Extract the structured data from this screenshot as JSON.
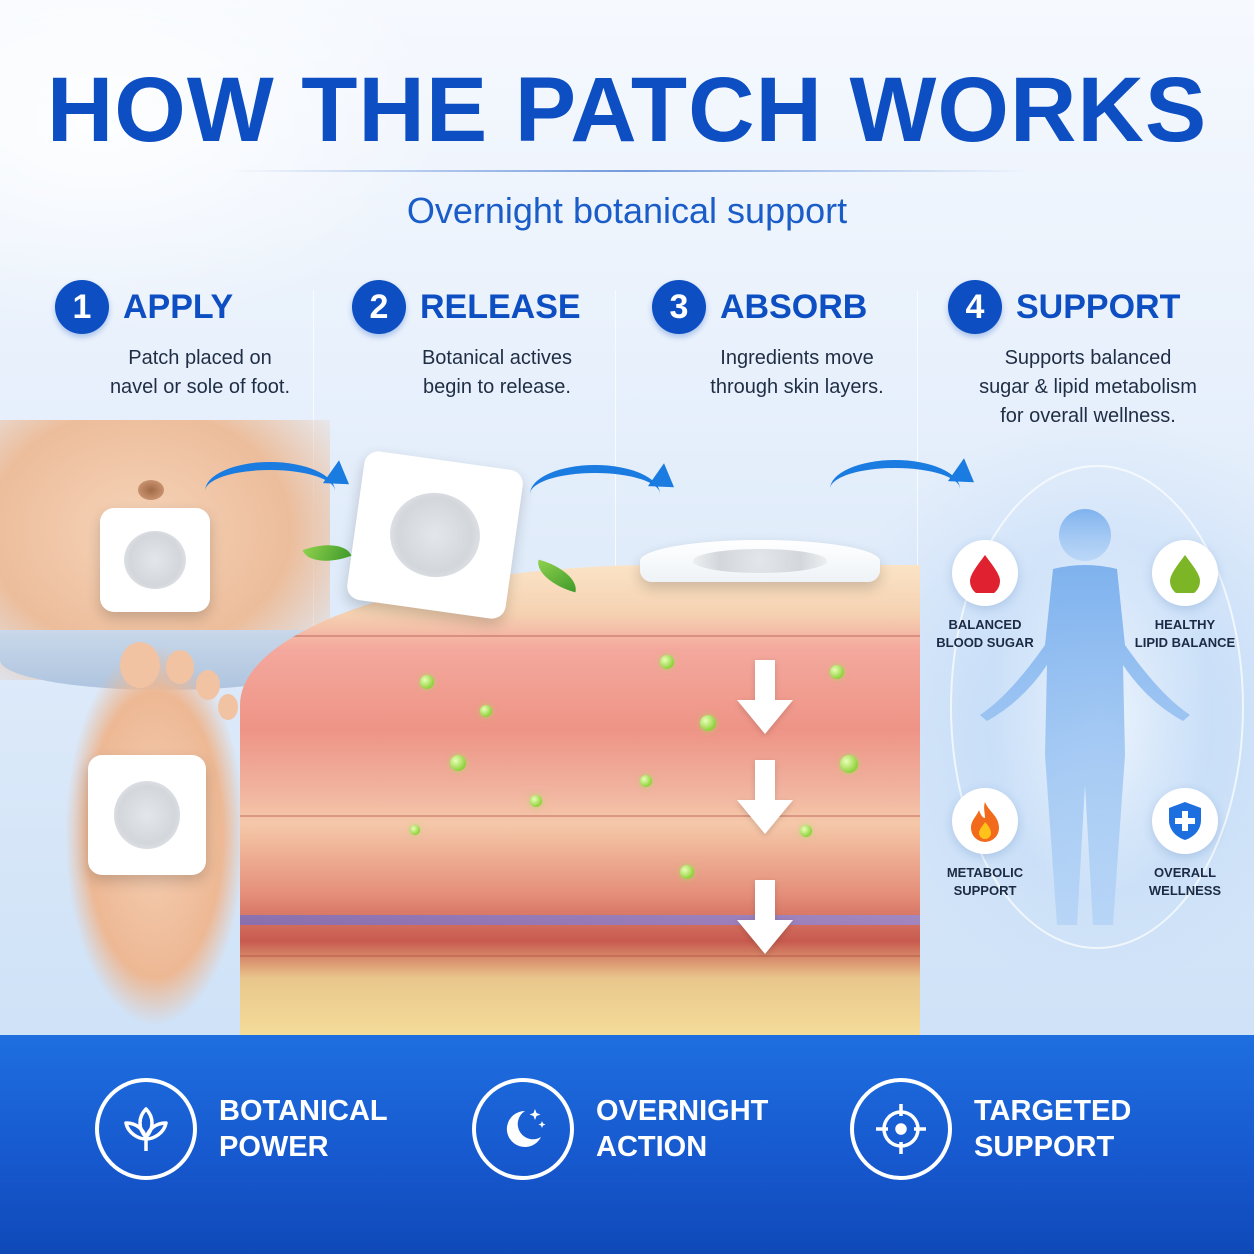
{
  "header": {
    "title": "HOW THE PATCH WORKS",
    "subtitle": "Overnight botanical support"
  },
  "steps": [
    {
      "number": "1",
      "title": "APPLY",
      "description": "Patch placed on\nnavel or sole of foot."
    },
    {
      "number": "2",
      "title": "RELEASE",
      "description": "Botanical actives\nbegin to release."
    },
    {
      "number": "3",
      "title": "ABSORB",
      "description": "Ingredients move\nthrough skin layers."
    },
    {
      "number": "4",
      "title": "SUPPORT",
      "description": "Supports balanced\nsugar & lipid metabolism\nfor overall wellness."
    }
  ],
  "benefits": [
    {
      "label": "BALANCED\nBLOOD SUGAR",
      "icon": "blood-drop-icon"
    },
    {
      "label": "HEALTHY\nLIPID BALANCE",
      "icon": "oil-drop-icon"
    },
    {
      "label": "METABOLIC\nSUPPORT",
      "icon": "flame-icon"
    },
    {
      "label": "OVERALL\nWELLNESS",
      "icon": "shield-cross-icon"
    }
  ],
  "features": [
    {
      "label": "BOTANICAL\nPOWER",
      "icon": "leaf-icon"
    },
    {
      "label": "OVERNIGHT\nACTION",
      "icon": "moon-stars-icon"
    },
    {
      "label": "TARGETED\nSUPPORT",
      "icon": "target-icon"
    }
  ],
  "colors": {
    "primary": "#0d4fc2",
    "band": "#1759cf",
    "arrow": "#1a7be0"
  }
}
